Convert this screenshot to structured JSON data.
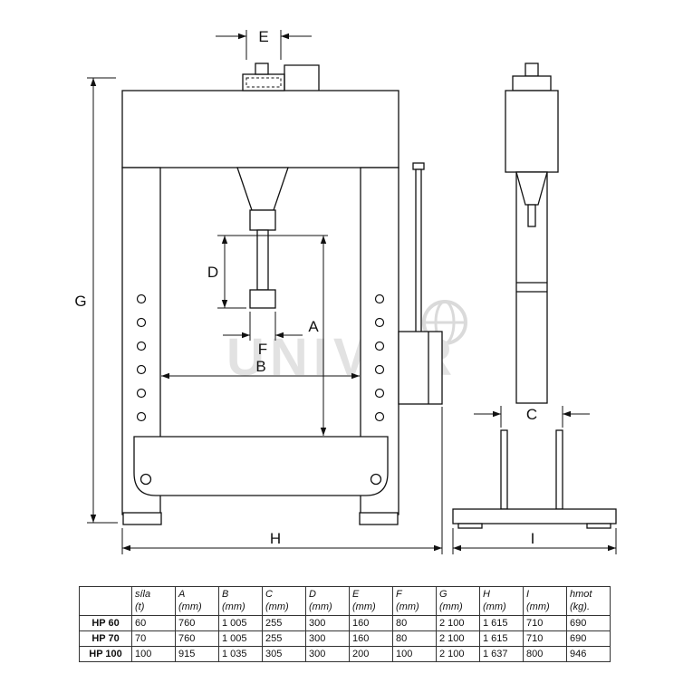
{
  "watermark": {
    "text": "UNIVER"
  },
  "labels": {
    "E": "E",
    "G": "G",
    "D": "D",
    "A": "A",
    "F": "F",
    "B": "B",
    "H": "H",
    "C": "C",
    "I": "I"
  },
  "table": {
    "columns": [
      {
        "top": "",
        "bottom": ""
      },
      {
        "top": "síla",
        "bottom": "(t)"
      },
      {
        "top": "A",
        "bottom": "(mm)"
      },
      {
        "top": "B",
        "bottom": "(mm)"
      },
      {
        "top": "C",
        "bottom": "(mm)"
      },
      {
        "top": "D",
        "bottom": "(mm)"
      },
      {
        "top": "E",
        "bottom": "(mm)"
      },
      {
        "top": "F",
        "bottom": "(mm)"
      },
      {
        "top": "G",
        "bottom": "(mm)"
      },
      {
        "top": "H",
        "bottom": "(mm)"
      },
      {
        "top": "I",
        "bottom": "(mm)"
      },
      {
        "top": "hmot",
        "bottom": "(kg)."
      }
    ],
    "rows": [
      {
        "model": "HP 60",
        "values": [
          "60",
          "760",
          "1 005",
          "255",
          "300",
          "160",
          "80",
          "2 100",
          "1 615",
          "710",
          "690"
        ]
      },
      {
        "model": "HP 70",
        "values": [
          "70",
          "760",
          "1 005",
          "255",
          "300",
          "160",
          "80",
          "2 100",
          "1 615",
          "710",
          "690"
        ]
      },
      {
        "model": "HP 100",
        "values": [
          "100",
          "915",
          "1 035",
          "305",
          "300",
          "200",
          "100",
          "2 100",
          "1 637",
          "800",
          "946"
        ]
      }
    ]
  }
}
